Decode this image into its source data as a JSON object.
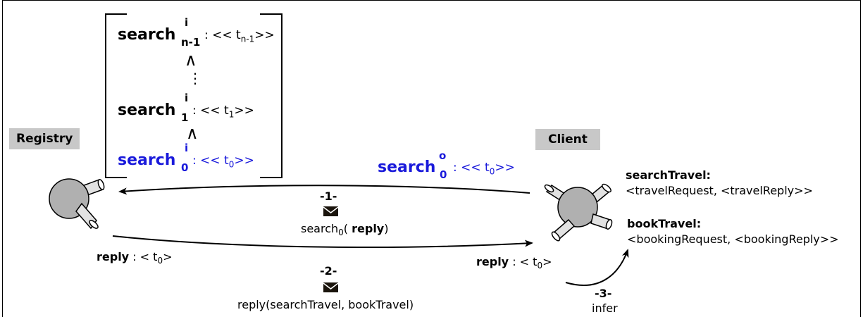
{
  "registry": {
    "label": "Registry"
  },
  "client": {
    "label": "Client"
  },
  "stack": {
    "row1": {
      "name": "search",
      "sup": "i",
      "sub": "n-1",
      "type_prefix": ": << t",
      "type_sub": "n-1",
      "type_suffix": ">>"
    },
    "wedge1": "∧",
    "dots": "⋮",
    "row2": {
      "name": "search",
      "sup": "i",
      "sub": "1",
      "type_prefix": ": << t",
      "type_sub": "1",
      "type_suffix": ">>"
    },
    "wedge2": "∧",
    "row3": {
      "name": "search",
      "sup": "i",
      "sub": "0",
      "type_prefix": ": << t",
      "type_sub": "0",
      "type_suffix": ">>"
    }
  },
  "client_search": {
    "name": "search",
    "sup": "o",
    "sub": "0",
    "type_prefix": ": << t",
    "type_sub": "0",
    "type_suffix": ">>"
  },
  "services": {
    "search_travel": {
      "name": "searchTravel:",
      "signature": "<travelRequest, <travelReply>>"
    },
    "book_travel": {
      "name": "bookTravel:",
      "signature": "<bookingRequest, <bookingReply>>"
    }
  },
  "step1": {
    "number": "-1-",
    "msg_prefix": "search",
    "msg_sub": "0",
    "msg_open": "( ",
    "msg_bold": "reply",
    "msg_close": ")"
  },
  "step2": {
    "number": "-2-",
    "msg": "reply(searchTravel, bookTravel)"
  },
  "step3": {
    "number": "-3-",
    "msg": "infer"
  },
  "reply_left": {
    "name": "reply",
    "rest": " : < t",
    "sub": "0",
    "close": ">"
  },
  "reply_right": {
    "name": "reply",
    "rest": " : < t",
    "sub": "0",
    "close": ">"
  },
  "colors": {
    "accent_blue": "#1a1adb",
    "tag_gray": "#c8c8c8",
    "node_gray": "#b0b0b0"
  }
}
